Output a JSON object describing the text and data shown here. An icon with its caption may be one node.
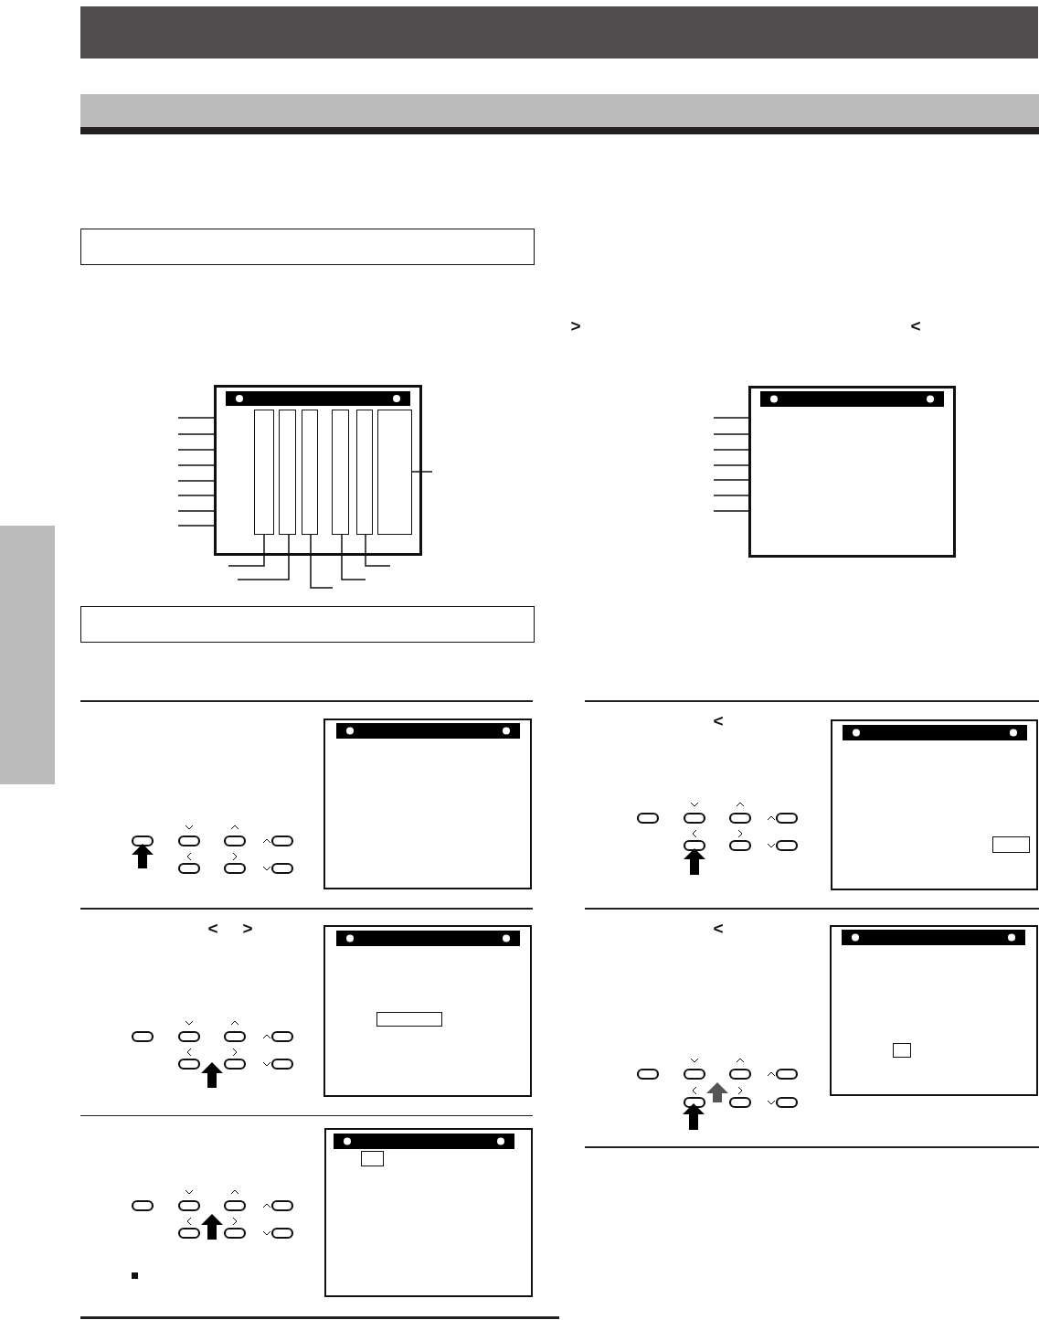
{
  "diagram": {
    "nodes": [
      {
        "text": [],
        "shape": "bar"
      },
      {
        "text": [],
        "shape": "bar"
      },
      {
        "text": [],
        "shape": "bar"
      },
      {
        "text": [],
        "shape": "box"
      },
      {
        "text": [],
        "shape": "box"
      },
      {
        "text": [],
        "shape": "box",
        "in": 4
      },
      {
        "text": [],
        "shape": "box",
        "in": 4
      },
      {
        "text": [],
        "shape": "box",
        "in": 4
      },
      {
        "text": [],
        "shape": "box",
        "in": 4
      },
      {
        "text": [],
        "shape": "box",
        "in": 4
      },
      {
        "text": [],
        "shape": "box",
        "in": 4
      },
      {
        "text": [],
        "shape": "box"
      },
      {
        "text": [],
        "shape": "box"
      },
      {
        "text": [],
        "shape": "box"
      },
      {
        "text": [],
        "shape": "box",
        "in": 13
      },
      {
        "text": [],
        "shape": "box"
      },
      {
        "text": [],
        "shape": "box",
        "in": 15
      },
      {
        "text": [],
        "shape": "box"
      },
      {
        "text": [],
        "shape": "box"
      },
      {
        "text": [],
        "shape": "box",
        "in": 18
      },
      {
        "text": [],
        "shape": "box"
      },
      {
        "text": [],
        "shape": "box",
        "in": 20
      }
    ],
    "edges": [
      {
        "from": null,
        "to": 4,
        "arrow": "none"
      },
      {
        "from": null,
        "to": 4,
        "arrow": "none"
      },
      {
        "from": null,
        "to": 4,
        "arrow": "none"
      },
      {
        "from": null,
        "to": 4,
        "arrow": "none"
      },
      {
        "from": null,
        "to": 4,
        "arrow": "none"
      },
      {
        "from": null,
        "to": 4,
        "arrow": "none"
      },
      {
        "from": null,
        "to": 4,
        "arrow": "none"
      },
      {
        "from": null,
        "to": 4,
        "arrow": "none"
      },
      {
        "from": null,
        "to": 5,
        "arrow": "none"
      },
      {
        "from": null,
        "to": 6,
        "arrow": "none"
      },
      {
        "from": null,
        "to": 7,
        "arrow": "none"
      },
      {
        "from": null,
        "to": 8,
        "arrow": "none"
      },
      {
        "from": null,
        "to": 9,
        "arrow": "none"
      },
      {
        "from": null,
        "to": 10,
        "arrow": "none"
      },
      {
        "from": null,
        "to": 17,
        "arrow": "none"
      },
      {
        "from": null,
        "to": 17,
        "arrow": "none"
      },
      {
        "from": null,
        "to": 17,
        "arrow": "none"
      },
      {
        "from": null,
        "to": 17,
        "arrow": "none"
      },
      {
        "from": null,
        "to": 17,
        "arrow": "none"
      },
      {
        "from": null,
        "to": 17,
        "arrow": "none"
      },
      {
        "from": null,
        "to": 17,
        "arrow": "none"
      }
    ],
    "labels": [
      "<",
      ">",
      ">",
      "<",
      "<",
      "<"
    ]
  }
}
